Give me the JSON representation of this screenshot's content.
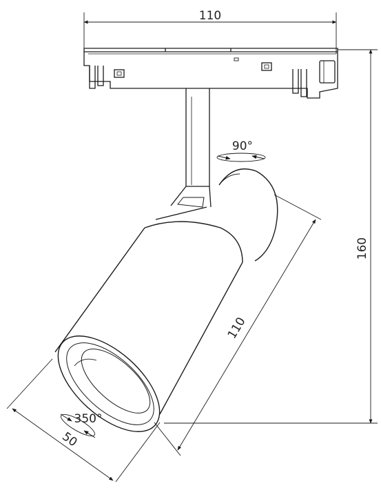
{
  "dimensions": {
    "track_width": "110",
    "total_height": "160",
    "body_length": "110",
    "diameter": "50",
    "rotation_vertical": "90°",
    "rotation_horizontal": "350°"
  },
  "colors": {
    "line": "#1a1a1a",
    "background": "#ffffff"
  }
}
